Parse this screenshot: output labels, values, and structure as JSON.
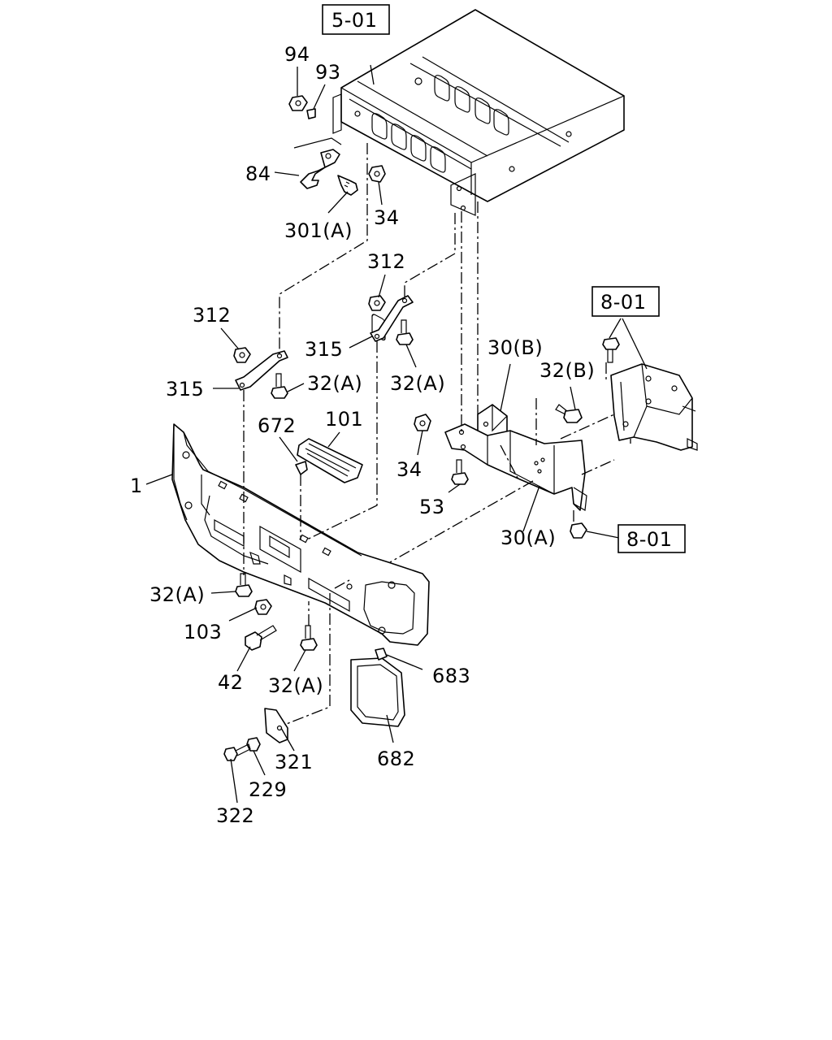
{
  "callouts": {
    "ref_5_01": "5-01",
    "ref_8_01_top": "8-01",
    "ref_8_01_bottom": "8-01",
    "p94": "94",
    "p93": "93",
    "p84": "84",
    "p34_top": "34",
    "p301a": "301(A)",
    "p312_mid": "312",
    "p312_left": "312",
    "p315_mid": "315",
    "p315_left": "315",
    "p32a_left_top": "32(A)",
    "p32a_mid": "32(A)",
    "p30b": "30(B)",
    "p32b": "32(B)",
    "p672": "672",
    "p101": "101",
    "p1": "1",
    "p34_mid": "34",
    "p53": "53",
    "p30a": "30(A)",
    "p32a_bottom_left": "32(A)",
    "p103": "103",
    "p42": "42",
    "p32a_bottom": "32(A)",
    "p683": "683",
    "p682": "682",
    "p321": "321",
    "p229": "229",
    "p322": "322"
  }
}
